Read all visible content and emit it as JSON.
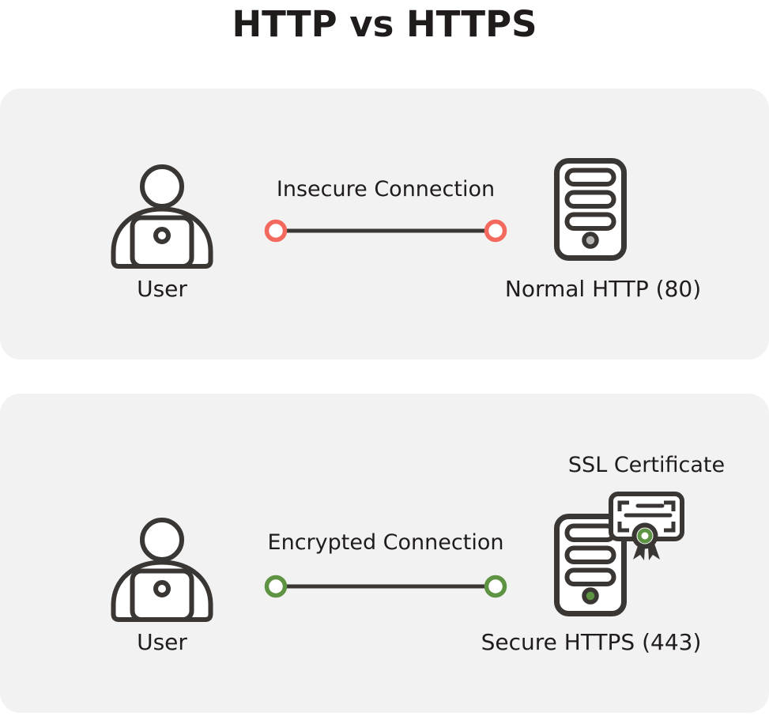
{
  "title": "HTTP vs HTTPS",
  "colors": {
    "page_bg": "#ffffff",
    "panel_bg": "#f2f2f2",
    "stroke": "#3a3634",
    "text": "#1f1c1b",
    "insecure": "#f4695e",
    "secure": "#5d9342",
    "led_gray": "#b6b3b2"
  },
  "http": {
    "user_label": "User",
    "connection_label": "Insecure Connection",
    "server_label": "Normal HTTP (80)"
  },
  "https": {
    "certificate_label": "SSL Certificate",
    "user_label": "User",
    "connection_label": "Encrypted Connection",
    "server_label": "Secure HTTPS (443)"
  }
}
